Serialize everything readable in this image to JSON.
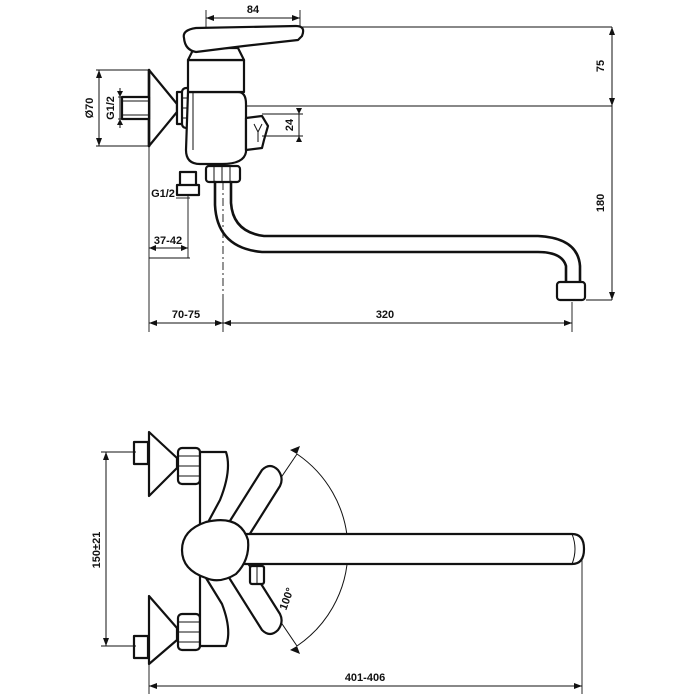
{
  "top_view": {
    "dim_lever_depth": "84",
    "dim_lever_height": "75",
    "dim_flange_diameter": "Ø70",
    "dim_thread_inlet": "G1/2",
    "dim_diverter": "24",
    "dim_thread_outlet": "G1/2",
    "dim_spout_height": "180",
    "dim_thread_length": "37-42",
    "dim_wall_offset": "70-75",
    "dim_spout_reach": "320"
  },
  "front_view": {
    "dim_center_distance": "150±21",
    "dim_swivel_angle": "100°",
    "dim_total_width": "401-406"
  }
}
